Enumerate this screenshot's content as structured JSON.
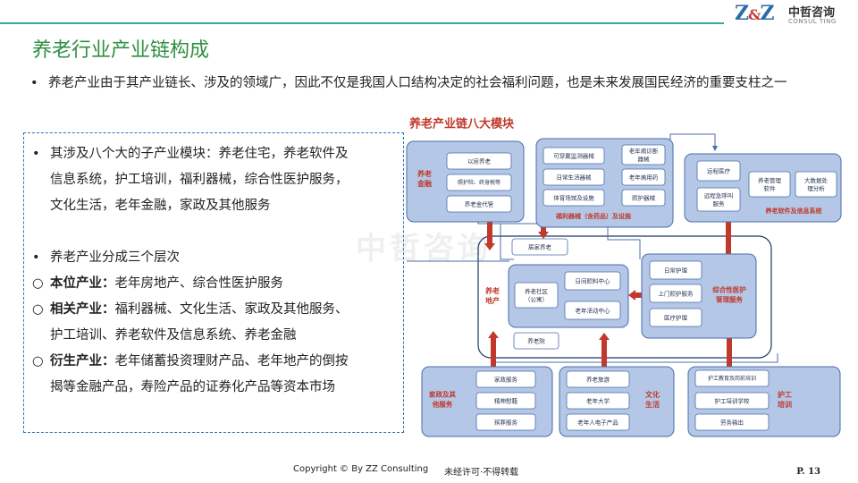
{
  "logo": {
    "mark": "Z&Z",
    "cn": "中哲咨询",
    "en": "CONSUL TING"
  },
  "title": "养老行业产业链构成",
  "intro": "养老产业由于其产业链长、涉及的领域广，因此不仅是我国人口结构决定的社会福利问题，也是未来发展国民经济的重要支柱之一",
  "left_lines": [
    {
      "marker": "•",
      "bold": "",
      "text": "其涉及八个大的子产业模块：养老住宅，养老软件及"
    },
    {
      "marker": "",
      "bold": "",
      "text": "信息系统，护工培训，福利器械，综合性医护服务，"
    },
    {
      "marker": "",
      "bold": "",
      "text": "文化生活，老年金融，家政及其他服务"
    },
    {
      "marker": "•",
      "bold": "",
      "text": "养老产业分成三个层次"
    },
    {
      "marker": "○",
      "bold": "本位产业：",
      "text": "老年房地产、综合性医护服务"
    },
    {
      "marker": "○",
      "bold": "相关产业：",
      "text": "福利器械、文化生活、家政及其他服务、"
    },
    {
      "marker": "",
      "bold": "",
      "text": "护工培训、养老软件及信息系统、养老金融"
    },
    {
      "marker": "○",
      "bold": "衍生产业：",
      "text": "老年储蓄投资理财产品、老年地产的倒按"
    },
    {
      "marker": "",
      "bold": "",
      "text": "揭等金融产品，寿险产品的证券化产品等资本市场"
    }
  ],
  "diagram": {
    "title": "养老产业链八大模块",
    "modules": {
      "finance": {
        "label": "养老金融",
        "items": [
          "以房养老",
          "照护险、终身税等",
          "养老金代管"
        ]
      },
      "equipment": {
        "label": "福利器械（含药品）及设施",
        "items": [
          "可穿戴监测器械",
          "日常生活器械",
          "体育场馆及设施",
          "老年病诊断器械",
          "老年病用药",
          "照护器械"
        ]
      },
      "software": {
        "label": "养老软件及信息系统",
        "items": [
          "远程医疗",
          "远程急呼叫服务",
          "养老管理软件",
          "大数据处理分析"
        ]
      },
      "housing": {
        "label": "养老地产",
        "items": [
          "居家养老",
          "养老社区（公寓）",
          "日间照料中心",
          "老年活动中心",
          "养老院"
        ]
      },
      "medical": {
        "label": "综合性医护管理服务",
        "items": [
          "日常护理",
          "上门照护服务",
          "医疗护理"
        ]
      },
      "homeservice": {
        "label": "家政及其他服务",
        "items": [
          "家政服务",
          "精神慰藉",
          "殡葬服务"
        ]
      },
      "culture": {
        "label": "文化生活",
        "items": [
          "养老旅游",
          "老年大学",
          "老年人电子产品"
        ]
      },
      "training": {
        "label": "护工培训",
        "items": [
          "护工教育及岗前培训",
          "护工培训学校",
          "劳务输出"
        ]
      }
    }
  },
  "watermark": "中哲咨询",
  "footer": {
    "copyright": "Copyright © By  ZZ Consulting",
    "notice": "未经许可·不得转载",
    "page": "P. 13"
  }
}
